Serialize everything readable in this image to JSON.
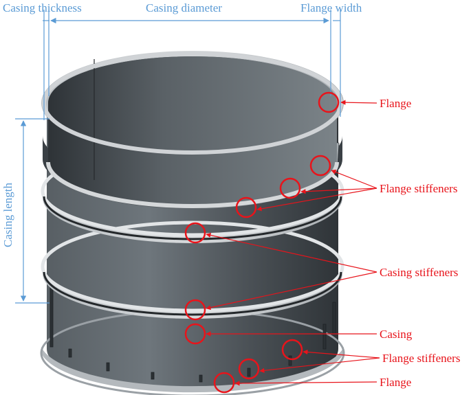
{
  "dimensions": {
    "casing_thickness": "Casing thickness",
    "casing_diameter": "Casing diameter",
    "flange_width": "Flange width",
    "casing_length": "Casing length"
  },
  "callouts": {
    "flange_top": "Flange",
    "flange_stiffeners_top": "Flange stiffeners",
    "casing_stiffeners": "Casing stiffeners",
    "casing": "Casing",
    "flange_stiffeners_bottom": "Flange stiffeners",
    "flange_bottom": "Flange"
  },
  "colors": {
    "dimension": "#5b9bd5",
    "callout": "#e8141b",
    "steel_dark": "#3d4348",
    "steel_mid": "#6b7379",
    "steel_light": "#c9cdd0"
  }
}
